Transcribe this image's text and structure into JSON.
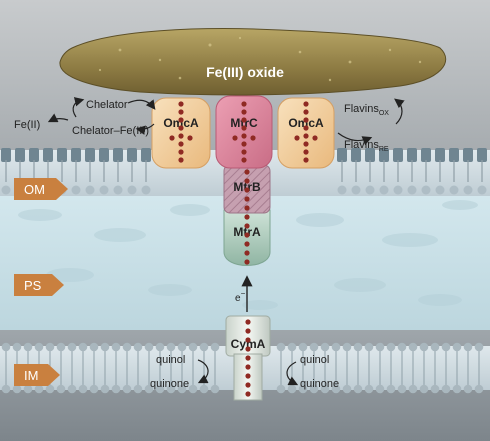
{
  "mineral": {
    "label": "Fe(III) oxide"
  },
  "proteins": {
    "omca_left": "OmcA",
    "mtrc": "MtrC",
    "omca_right": "OmcA",
    "mtrb": "MtrB",
    "mtra": "MtrA",
    "cyma": "CymA"
  },
  "compartments": {
    "om": "OM",
    "ps": "PS",
    "im": "IM"
  },
  "chelator_cycle": {
    "chelator": "Chelator",
    "chelator_fe": "Chelator–Fe(III)",
    "fe2": "Fe(II)"
  },
  "flavins": {
    "base": "Flavins",
    "ox_sub": "OX",
    "re_sub": "RE"
  },
  "electron": {
    "base": "e",
    "sup": "−"
  },
  "quinone_left": {
    "quinol": "quinol",
    "quinone": "quinone"
  },
  "quinone_right": {
    "quinol": "quinol",
    "quinone": "quinone"
  },
  "colors": {
    "background_top": "#b9bdbf",
    "periplasm": "#c7dde4",
    "mineral": "#9c8a4e",
    "omca": "#f3d1a1",
    "mtrc": "#d97f97",
    "mtrb": "#c7a3b2",
    "mtra": "#b9d2c5",
    "cyma": "#e6ece6",
    "heme": "#8f2a23",
    "tag": "#c9803f"
  }
}
